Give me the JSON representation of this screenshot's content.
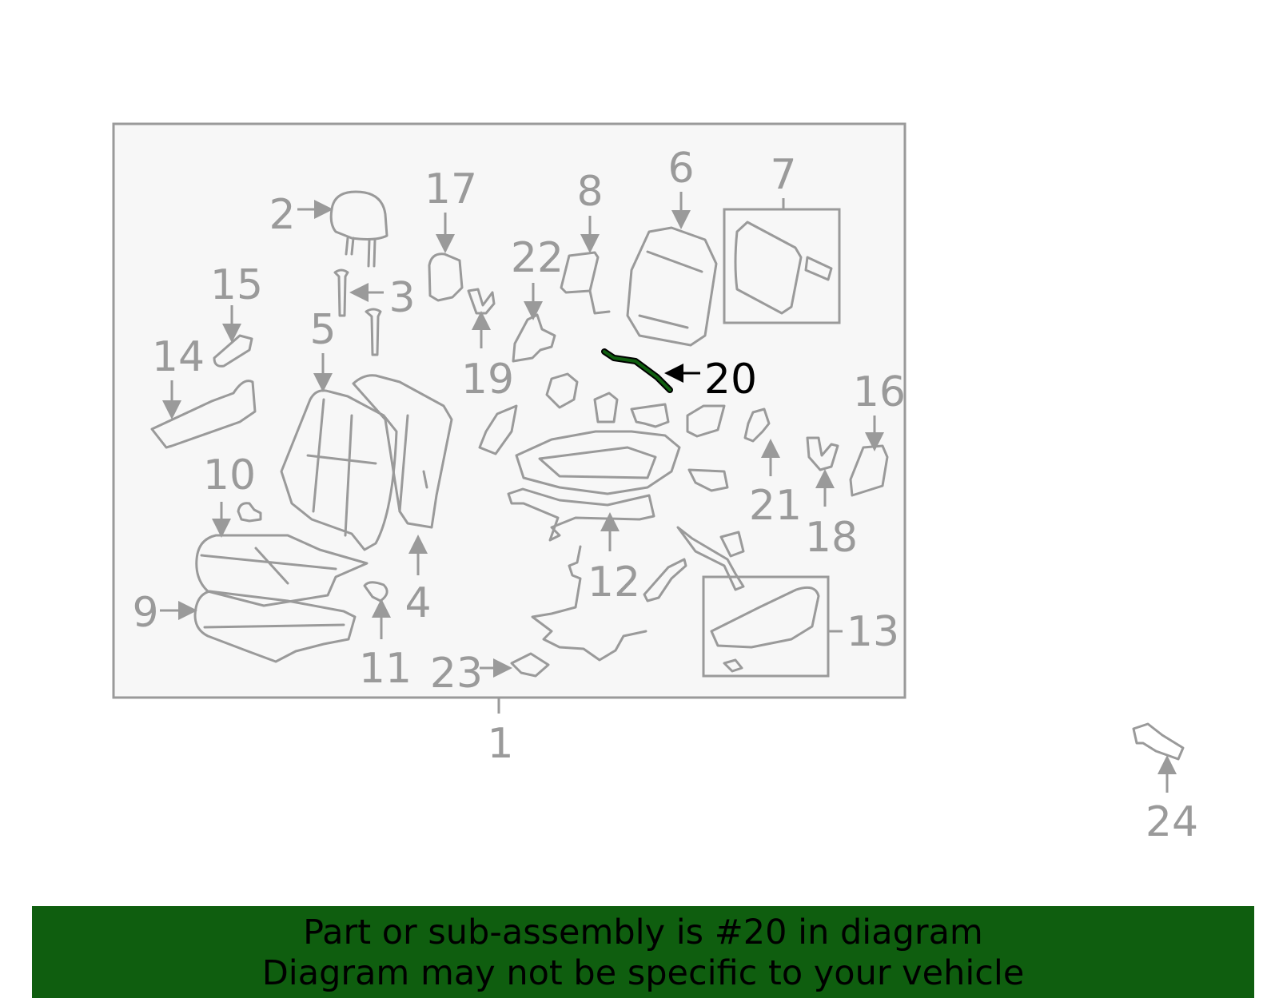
{
  "colors": {
    "line": "#9a9a9a",
    "panel_fill": "#f7f7f7",
    "highlight_part": "#0f5e0f",
    "highlight_text": "#000000",
    "banner_bg": "#0f5e0f",
    "banner_text": "#000000"
  },
  "highlighted_part": "20",
  "callouts": {
    "c1": "1",
    "c2": "2",
    "c3": "3",
    "c4": "4",
    "c5": "5",
    "c6": "6",
    "c7": "7",
    "c8": "8",
    "c9": "9",
    "c10": "10",
    "c11": "11",
    "c12": "12",
    "c13": "13",
    "c14": "14",
    "c15": "15",
    "c16": "16",
    "c17": "17",
    "c18": "18",
    "c19": "19",
    "c20": "20",
    "c21": "21",
    "c22": "22",
    "c23": "23",
    "c24": "24"
  },
  "banner": {
    "line1": "Part or sub-assembly is #20 in diagram",
    "line2": "Diagram may not be specific to your vehicle"
  }
}
